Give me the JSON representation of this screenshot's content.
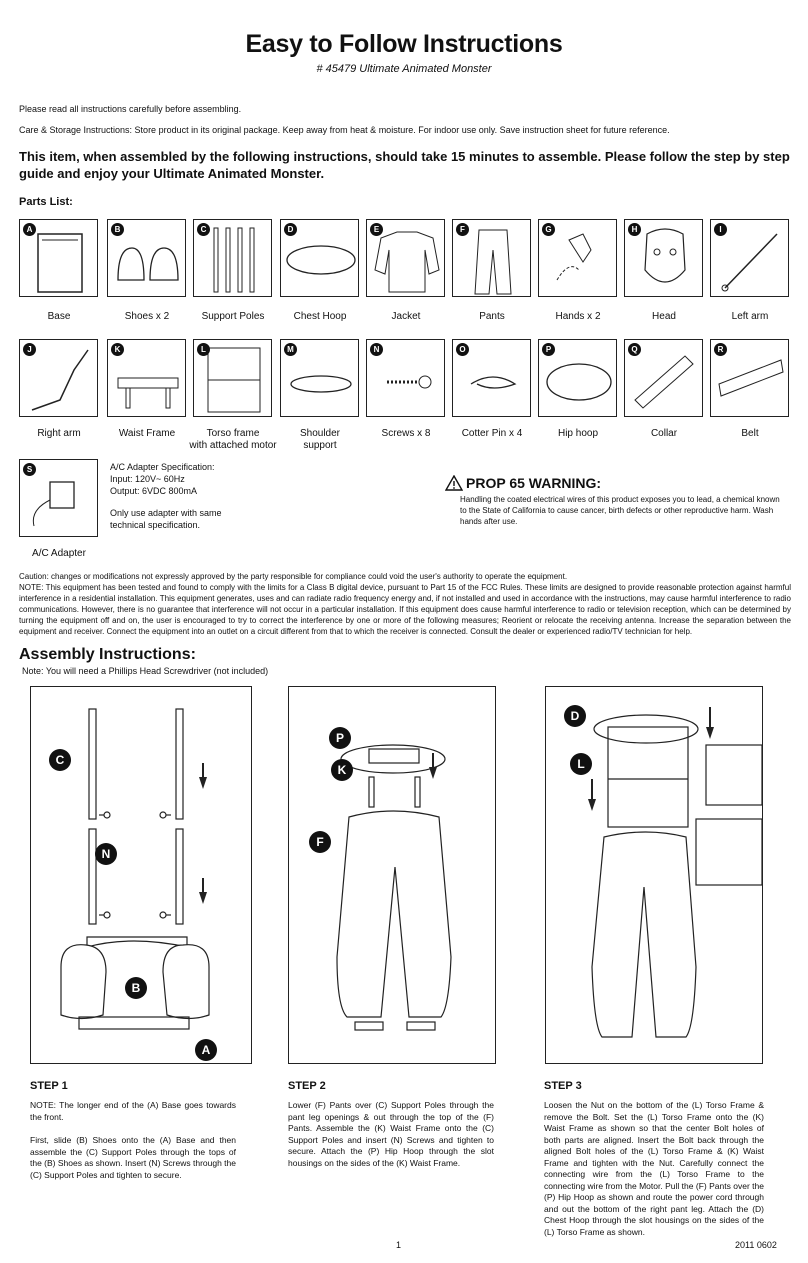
{
  "header": {
    "title": "Easy to Follow Instructions",
    "subtitle": "# 45479 Ultimate Animated Monster"
  },
  "intro": {
    "read_note": "Please read all instructions carefully before assembling.",
    "care": "Care & Storage Instructions: Store product in its original package. Keep away from heat & moisture. For indoor use only. Save instruction sheet for future reference.",
    "lead": "This item, when assembled by the following instructions, should take 15 minutes to assemble. Please follow the step by step guide and enjoy your Ultimate Animated Monster."
  },
  "parts": {
    "title": "Parts List:",
    "items": [
      {
        "letter": "A",
        "label": "Base"
      },
      {
        "letter": "B",
        "label": "Shoes x 2"
      },
      {
        "letter": "C",
        "label": "Support Poles"
      },
      {
        "letter": "D",
        "label": "Chest Hoop"
      },
      {
        "letter": "E",
        "label": "Jacket"
      },
      {
        "letter": "F",
        "label": "Pants"
      },
      {
        "letter": "G",
        "label": "Hands x 2"
      },
      {
        "letter": "H",
        "label": "Head"
      },
      {
        "letter": "I",
        "label": "Left arm"
      },
      {
        "letter": "J",
        "label": "Right arm"
      },
      {
        "letter": "K",
        "label": "Waist Frame"
      },
      {
        "letter": "L",
        "label": "Torso frame\nwith attached motor"
      },
      {
        "letter": "M",
        "label": "Shoulder\nsupport"
      },
      {
        "letter": "N",
        "label": "Screws x 8"
      },
      {
        "letter": "O",
        "label": "Cotter Pin x 4"
      },
      {
        "letter": "P",
        "label": "Hip hoop"
      },
      {
        "letter": "Q",
        "label": "Collar"
      },
      {
        "letter": "R",
        "label": "Belt"
      },
      {
        "letter": "S",
        "label": "A/C Adapter"
      }
    ]
  },
  "adapter": {
    "spec_title": "A/C Adapter Specification:",
    "input": "Input: 120V~ 60Hz",
    "output": "Output: 6VDC  800mA",
    "note": "Only use adapter with same technical specification."
  },
  "warning": {
    "title": "PROP 65 WARNING:",
    "body": "Handling the coated electrical wires of this product exposes you to lead, a chemical known to the State of California to cause cancer, birth defects or other reproductive harm. Wash hands after use."
  },
  "caution": {
    "line1": "Caution: changes or modifications not expressly approved by the party responsible for compliance could void the user's authority to operate the equipment.",
    "line2": "NOTE: This equipment has been tested and found to comply with the limits for a Class B digital device, pursuant to Part 15 of the FCC Rules. These limits are designed to provide reasonable protection against harmful interference in a residential installation. This equipment generates, uses and can radiate radio frequency energy and, if not installed and used in accordance with the instructions, may cause harmful interference to radio communications. However, there is no guarantee that interference will not occur in a particular installation. If this equipment does cause harmful interference to radio or television reception, which can be determined by turning the equipment off and on, the user is encouraged to try to correct the interference by one or more of the following measures; Reorient or relocate the receiving antenna. Increase the separation between the equipment and receiver. Connect the equipment into an outlet on a circuit different from that to which the receiver is connected. Consult the dealer or experienced radio/TV technician for help."
  },
  "assembly": {
    "title": "Assembly Instructions:",
    "note": "Note: You will need a Phillips Head Screwdriver (not included)",
    "steps": [
      {
        "title": "STEP 1",
        "text1": "NOTE: The longer end of the (A) Base goes towards the front.",
        "text2": "First, slide (B) Shoes onto the (A) Base and then assemble the (C) Support Poles through the tops of the (B) Shoes as shown. Insert (N) Screws through the (C) Support Poles and tighten to secure."
      },
      {
        "title": "STEP 2",
        "text1": "Lower (F) Pants over (C) Support Poles through the pant leg openings & out through the top of the (F) Pants. Assemble the (K) Waist Frame onto the (C) Support Poles and insert (N) Screws and tighten to secure. Attach the (P) Hip Hoop through the slot housings on the sides of the (K) Waist Frame.",
        "text2": ""
      },
      {
        "title": "STEP 3",
        "text1": "Loosen the Nut on the bottom of the (L) Torso Frame & remove the Bolt. Set the (L) Torso Frame onto the (K) Waist Frame as shown so that the center Bolt holes of both parts are aligned. Insert the Bolt back through the aligned Bolt holes of the (L) Torso Frame & (K) Waist Frame and tighten with the Nut. Carefully connect the connecting wire from the (L) Torso Frame to the connecting wire from the Motor. Pull the (F) Pants over the (P) Hip Hoop as shown and route the power cord through and out the bottom of the right pant leg. Attach the (D) Chest Hoop through the slot housings on the sides of the (L) Torso Frame as shown.",
        "text2": ""
      }
    ],
    "callouts": {
      "c": "C",
      "n": "N",
      "b": "B",
      "a": "A",
      "p": "P",
      "k": "K",
      "f": "F",
      "d": "D",
      "l": "L"
    }
  },
  "footer": {
    "page": "1",
    "code": "2011 0602"
  }
}
